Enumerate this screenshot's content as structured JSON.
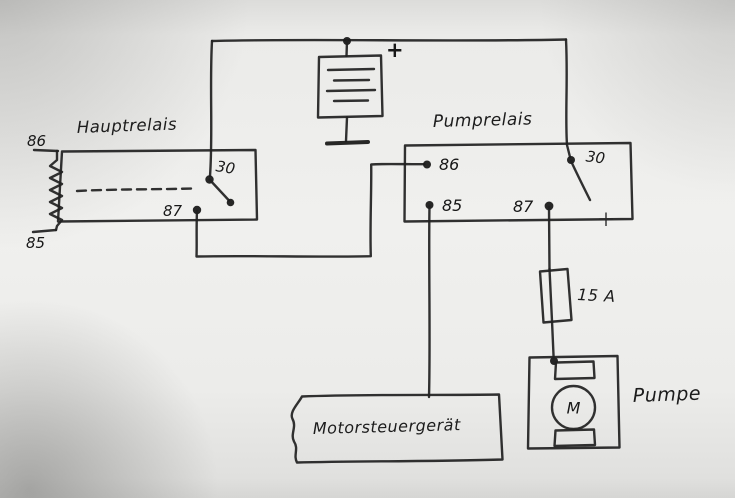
{
  "diagram": {
    "battery": {
      "plus": "+"
    },
    "main_relay": {
      "title": "Hauptrelais",
      "t86": "86",
      "t85": "85",
      "t30": "30",
      "t87": "87"
    },
    "pump_relay": {
      "title": "Pumprelais",
      "t86": "86",
      "t85": "85",
      "t30": "30",
      "t87": "87"
    },
    "fuse": {
      "label": "15 A"
    },
    "ecu": {
      "label": "Motorsteuergerät"
    },
    "pump": {
      "label": "Pumpe",
      "motor": "M"
    }
  },
  "colors": {
    "ink": "#212121",
    "paper": "#ebebe9"
  }
}
